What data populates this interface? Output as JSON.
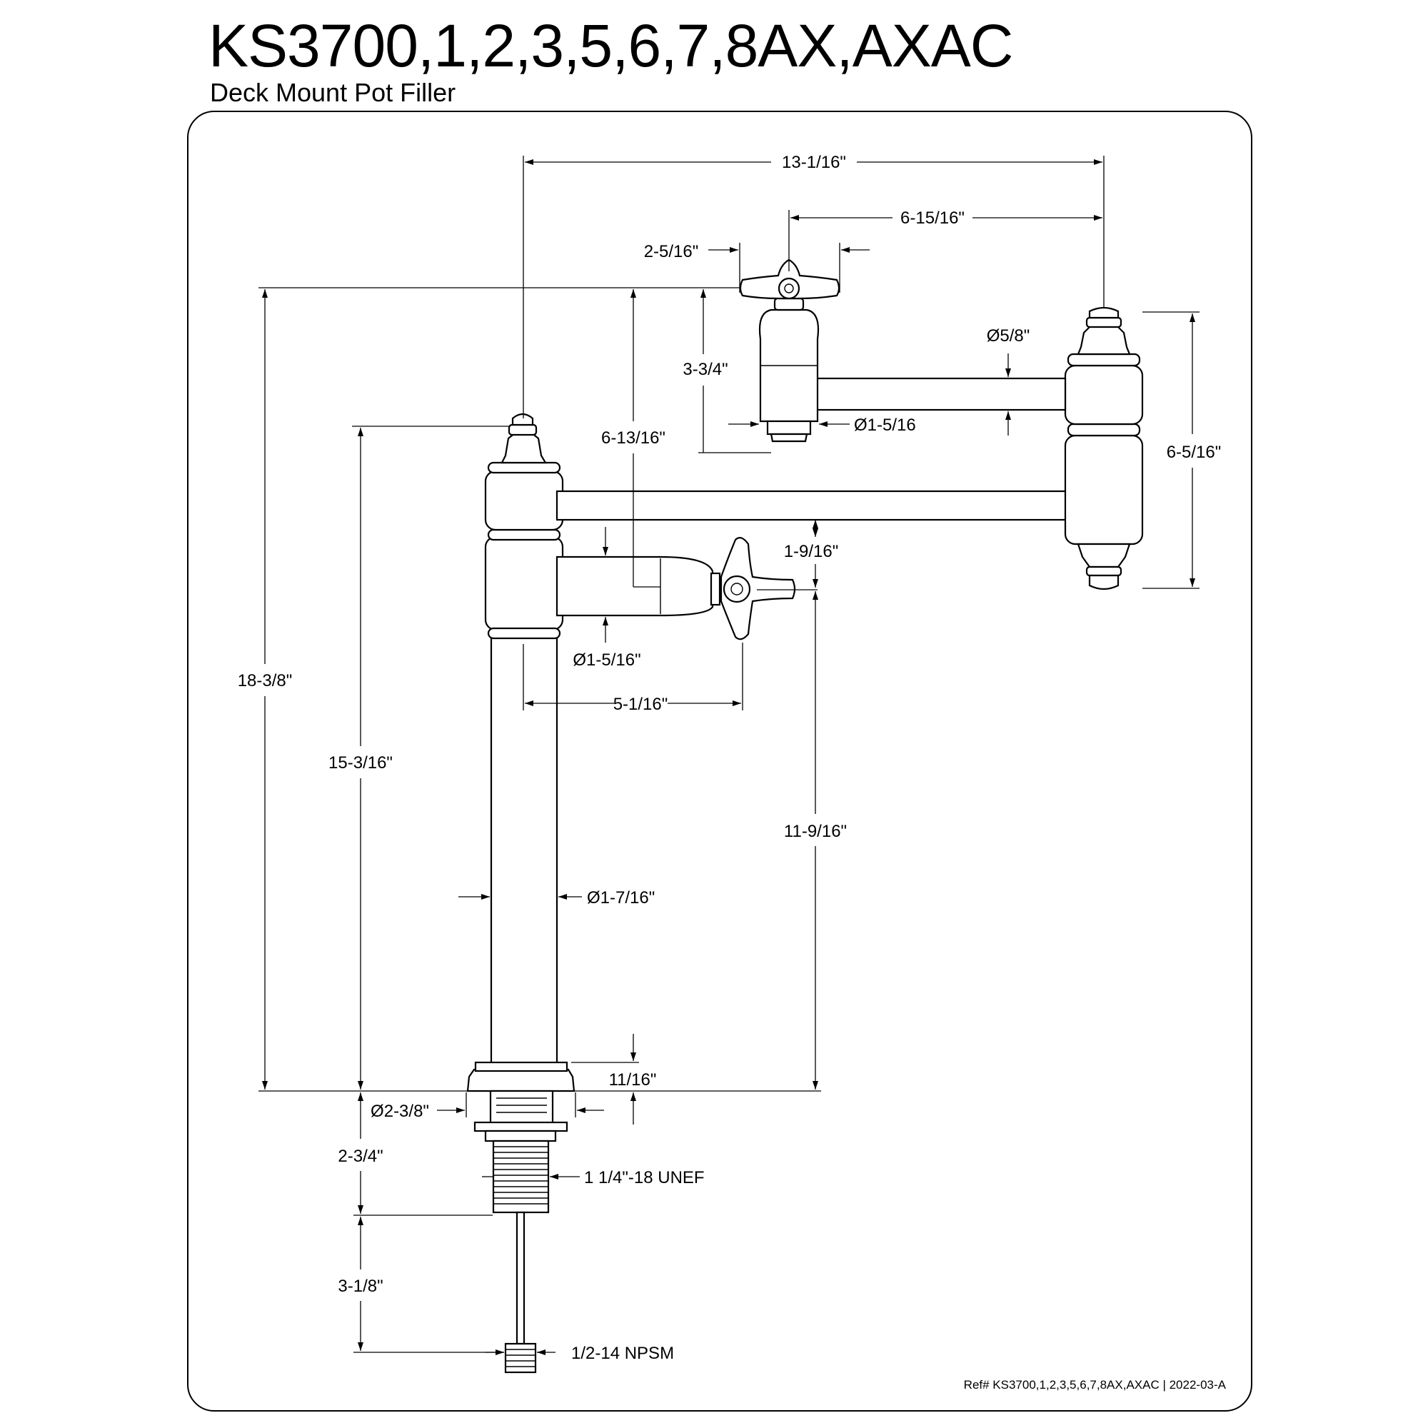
{
  "title": "KS3700,1,2,3,5,6,7,8AX,AXAC",
  "subtitle": "Deck Mount Pot Filler",
  "reference": "Ref# KS3700,1,2,3,5,6,7,8AX,AXAC | 2022-03-A",
  "dimensions": {
    "overall_width": "13-1/16\"",
    "arm_reach": "6-15/16\"",
    "handle_width": "2-5/16\"",
    "valve_height": "3-3/4\"",
    "spout_drop": "6-13/16\"",
    "arm_diameter": "Ø5/8\"",
    "valve_diameter_upper": "Ø1-5/16",
    "elbow_height": "6-5/16\"",
    "handle_offset": "1-9/16\"",
    "valve_diameter_lower": "Ø1-5/16\"",
    "handle_reach": "5-1/16\"",
    "overall_height": "18-3/8\"",
    "column_height": "15-3/16\"",
    "handle_to_deck": "11-9/16\"",
    "column_diameter": "Ø1-7/16\"",
    "flange_height": "11/16\"",
    "flange_diameter": "Ø2-3/8\"",
    "shank_length": "2-3/4\"",
    "thread_spec": "1 1/4\"-18 UNEF",
    "supply_length": "3-1/8\"",
    "supply_thread": "1/2-14 NPSM"
  }
}
